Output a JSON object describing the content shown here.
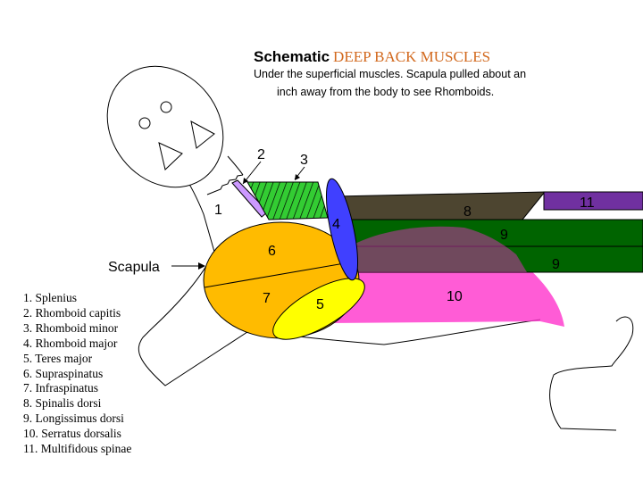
{
  "title": {
    "prefix": "Schematic",
    "main": "DEEP BACK MUSCLES",
    "accent_color": "#d2691e"
  },
  "subtitle": {
    "line1": "Under the superficial muscles. Scapula pulled about an",
    "line2": "inch away from the body to see Rhomboids."
  },
  "labels": {
    "scapula": "Scapula",
    "n1": "1",
    "n2": "2",
    "n3": "3",
    "n4": "4",
    "n5": "5",
    "n6": "6",
    "n7": "7",
    "n8": "8",
    "n9a": "9",
    "n9b": "9",
    "n10": "10",
    "n11": "11"
  },
  "legend": [
    "1. Splenius",
    "2. Rhomboid capitis",
    "3. Rhomboid minor",
    "4. Rhomboid major",
    "5. Teres major",
    "6. Supraspinatus",
    "7. Infraspinatus",
    "8. Spinalis dorsi",
    "9. Longissimus dorsi",
    "10. Serratus dorsalis",
    "11. Multifidous spinae"
  ],
  "colors": {
    "scapula": "#ffbb00",
    "teres_major": "#ffff00",
    "rhomboid_major": "#4040ff",
    "rhomboid_minor": "#33cc33",
    "rhomboid_capitis": "#cc99ff",
    "spinalis": "#4d4530",
    "longissimus": "#006400",
    "serratus": "#ff33cc",
    "multifidus": "#7030a0"
  }
}
